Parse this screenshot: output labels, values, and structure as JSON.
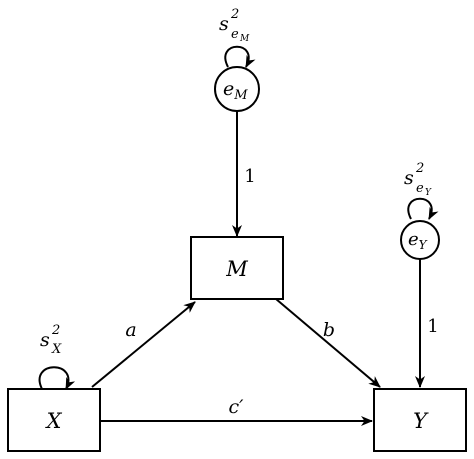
{
  "nodes": {
    "x": {
      "label": "X"
    },
    "m": {
      "label": "M"
    },
    "y": {
      "label": "Y"
    },
    "e_m": {
      "base": "e",
      "sub": "M"
    },
    "e_y": {
      "base": "e",
      "sub": "Y"
    }
  },
  "variances": {
    "x": {
      "base": "s",
      "sup": "2",
      "sub": "X"
    },
    "e_m": {
      "base": "s",
      "sup": "2",
      "sub1": "e",
      "sub2": "M"
    },
    "e_y": {
      "base": "s",
      "sup": "2",
      "sub1": "e",
      "sub2": "Y"
    }
  },
  "paths": {
    "a": "a",
    "b": "b",
    "c_prime": "c′",
    "e_m_to_m": "1",
    "e_y_to_y": "1"
  }
}
